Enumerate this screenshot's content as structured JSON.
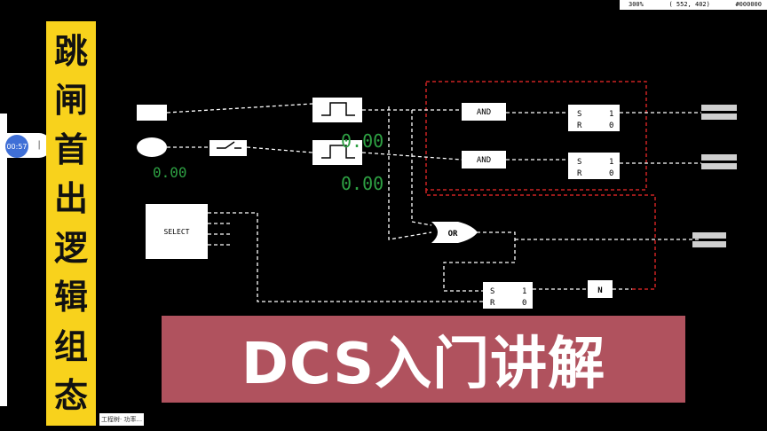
{
  "status_bar": {
    "zoom": "300%",
    "coords": "( 552, 402)",
    "color": "#000000"
  },
  "title_vertical": [
    "跳",
    "闸",
    "首",
    "出",
    "逻",
    "辑",
    "组",
    "态"
  ],
  "banner_text": "DCS入门讲解",
  "nav_button": "00:57",
  "bottom_tab": "工程树· 功率...",
  "diagram": {
    "readouts": [
      "0.00",
      "0.00",
      "0.00"
    ],
    "gate_and_label": "AND",
    "gate_or_label": "OR",
    "not_label": "N",
    "rs_set": "S",
    "rs_reset": "R",
    "rs_one": "1",
    "rs_zero": "0",
    "select_block_label": "SELECT"
  },
  "colors": {
    "background": "#000000",
    "title_bg": "#f8d21c",
    "banner_bg": "#b0525e",
    "wire": "#ffffff",
    "highlight": "#cc2222",
    "readout": "#2ea043"
  }
}
